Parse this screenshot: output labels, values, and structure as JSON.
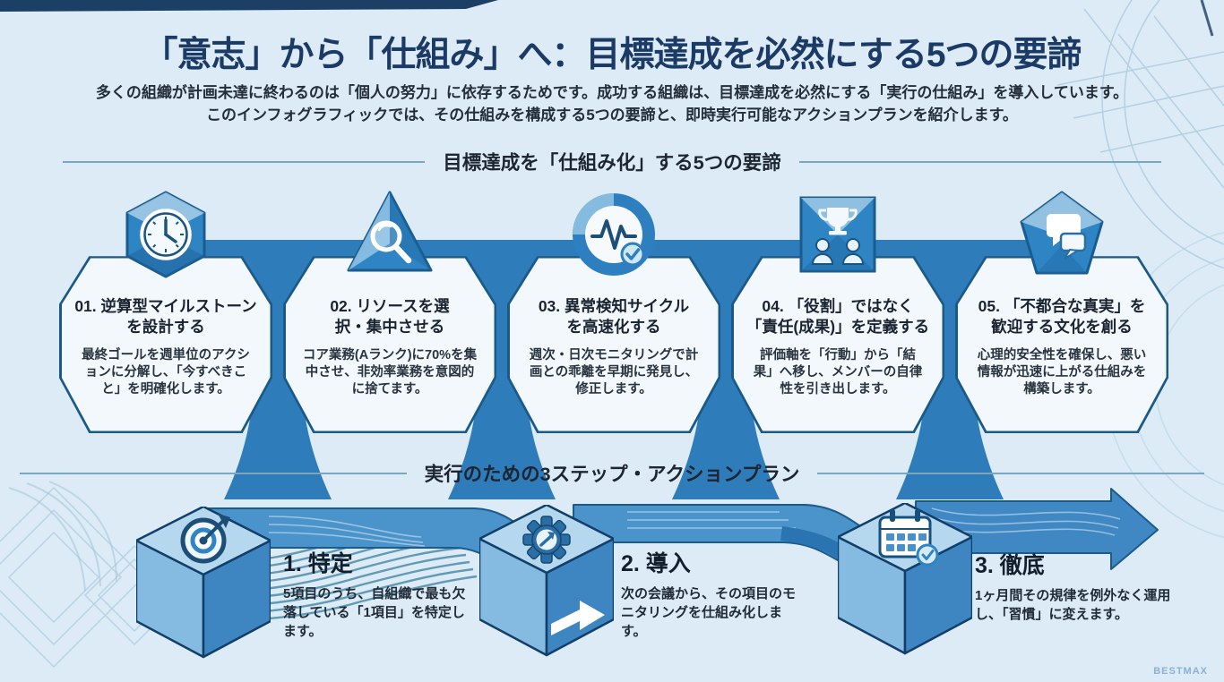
{
  "page": {
    "title": "「意志」から「仕組み」へ：目標達成を必然にする5つの要諦",
    "subtitle_line1": "多くの組織が計画未達に終わるのは「個人の努力」に依存するためです。成功する組織は、目標達成を必然にする「実行の仕組み」を導入しています。",
    "subtitle_line2": "このインフォグラフィックでは、その仕組みを構成する5つの要諦と、即時実行可能なアクションプランを紹介します。",
    "watermark": "BESTMAX"
  },
  "section1": {
    "heading": "目標達成を「仕組み化」する5つの要諦",
    "cards": [
      {
        "icon": "clock-hexagon",
        "title_line1": "01. 逆算型マイルストーン",
        "title_line2": "を設計する",
        "body": "最終ゴールを週単位のアクションに分解し、「今すべきこと」を明確化します。"
      },
      {
        "icon": "magnifier-triangle",
        "title_line1": "02. リソースを選",
        "title_line2": "択・集中させる",
        "body": "コア業務(Aランク)に70%を集中させ、非効率業務を意図的に捨てます。"
      },
      {
        "icon": "pulse-check-circle",
        "title_line1": "03. 異常検知サイクル",
        "title_line2": "を高速化する",
        "body": "週次・日次モニタリングで計画との乖離を早期に発見し、修正します。"
      },
      {
        "icon": "trophy-team-square",
        "title_line1": "04. 「役割」ではなく",
        "title_line2": "「責任(成果)」を定義する",
        "body": "評価軸を「行動」から「結果」へ移し、メンバーの自律性を引き出します。"
      },
      {
        "icon": "chat-bubbles-pentagon",
        "title_line1": "05. 「不都合な真実」を",
        "title_line2": "歓迎する文化を創る",
        "body": "心理的安全性を確保し、悪い情報が迅速に上がる仕組みを構築します。"
      }
    ]
  },
  "section2": {
    "heading": "実行のための3ステップ・アクションプラン",
    "steps": [
      {
        "icon": "target-cube",
        "title": "1. 特定",
        "body": "5項目のうち、自組織で最も欠落している「1項目」を特定します。"
      },
      {
        "icon": "gear-arrow-cube",
        "title": "2. 導入",
        "body": "次の会議から、その項目のモニタリングを仕組み化します。"
      },
      {
        "icon": "calendar-check-cube",
        "title": "3. 徹底",
        "body": "1ヶ月間その規律を例外なく運用し、「習慣」に変えます。"
      }
    ]
  },
  "colors": {
    "background": "#dcebf5",
    "title_navy": "#1b3a66",
    "band_blue": "#2e7cba",
    "card_background": "#f2f8fc",
    "card_border": "#1a5a88",
    "ribbon_blue": "#4a93cb",
    "cube_dark_face": "#3d86c1",
    "divider_line": "#7ba6bf",
    "watermark": "#8cb0da"
  }
}
